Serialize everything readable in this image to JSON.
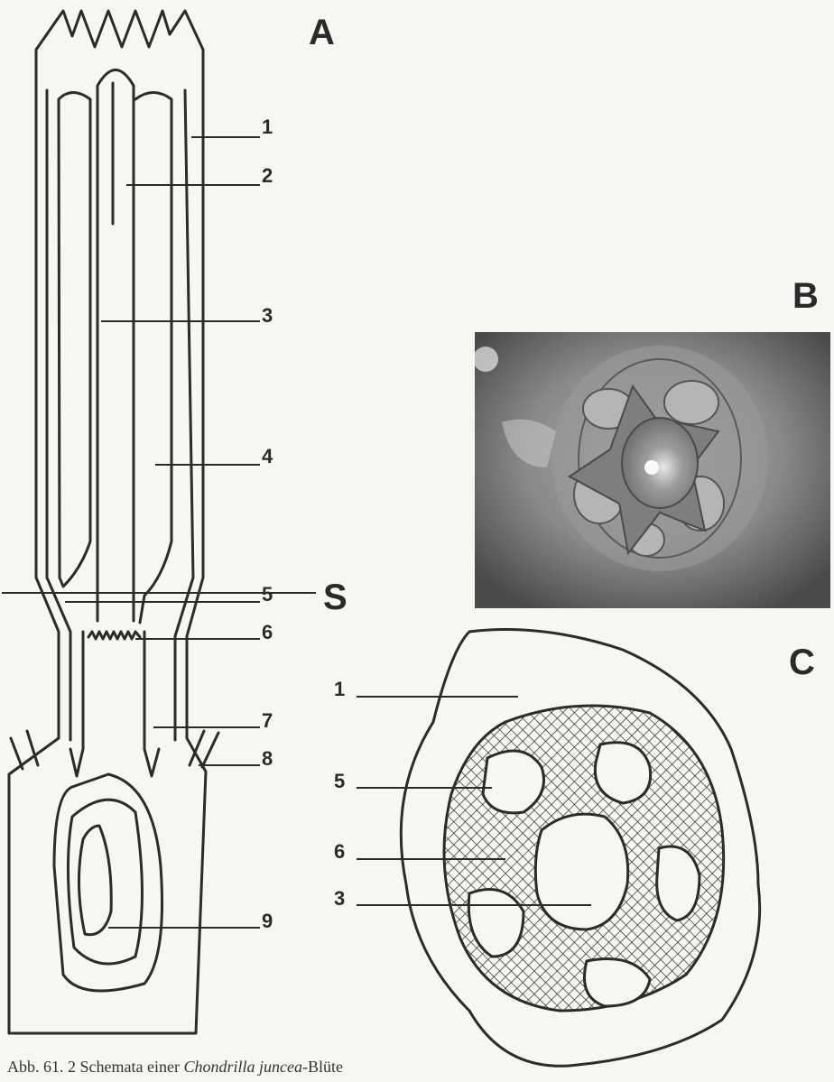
{
  "panels": {
    "a": "A",
    "b": "B",
    "c": "C"
  },
  "section_mark": "S",
  "labels_a": {
    "l1": "1",
    "l2": "2",
    "l3": "3",
    "l4": "4",
    "l5": "5",
    "l6": "6",
    "l7": "7",
    "l8": "8",
    "l9": "9"
  },
  "labels_c": {
    "l1": "1",
    "l5": "5",
    "l6": "6",
    "l3": "3"
  },
  "caption": {
    "prefix": "Abb. 61. 2 Schemata einer ",
    "species": "Chondrilla juncea",
    "suffix": "-Blüte"
  }
}
